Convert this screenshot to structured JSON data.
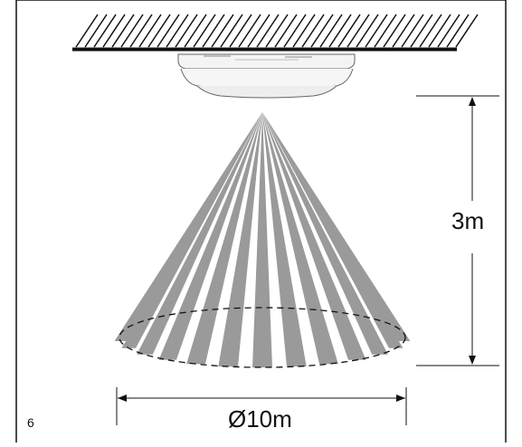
{
  "diagram": {
    "height_label": "3m",
    "diameter_label": "Ø10m",
    "page_number": "6"
  },
  "colors": {
    "line": "#111111",
    "beam": "#9a9a9a",
    "background": "#ffffff"
  }
}
